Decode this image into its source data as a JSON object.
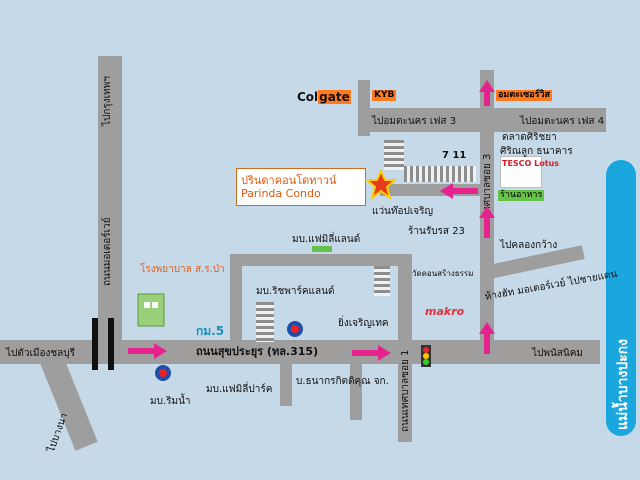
{
  "river": {
    "label": "แม่น้ำบางปะกง"
  },
  "condo": {
    "label_th": "ปรินดาคอนโดทาวน์",
    "label_en": "Parinda Condo"
  },
  "roads": {
    "main": "ถนนสุขประยุร (ทล.315)",
    "to_chonburi": "ไปตัวเมืองชลบุรี",
    "to_phanat": "ไปพนัสนิคม",
    "to_bangkok": "ไปกรุงเทพฯ",
    "motorway": "ถนนมอเตอร์เวย์",
    "to_bangna": "ไปบางนา",
    "soi_1": "ถนนเทศบาลซอย 1",
    "soi_3": "ถนนเทศบาลซอย 3",
    "to_klongkwang": "ไปคลองกว้าง",
    "phase3": "ไปอมตะนคร เฟส 3",
    "phase4": "ไปอมตะนคร เฟส 4"
  },
  "labels": {
    "km5": "กม.5",
    "colgate_col": "Col",
    "colgate_gate": "gate",
    "kyb": "KYB",
    "amata_service": "อมตะเซอร์วิส",
    "seven_eleven": "7 11",
    "tesco": "TESCO Lotus",
    "market": "ตลาดศิริชยา",
    "bank": "ศิริณลูก ธนาคาร",
    "food": "ร้านอาหาร",
    "guesthouse": "แว่นท๊อปเจริญ",
    "shop23": "ร้านรับรส 23",
    "amata_family": "มบ.แฟมิลี่แลนด์",
    "parkland": "มบ.ริชพาร์คแลนด์",
    "yingcharoen": "ยิ่งเจริญเทค",
    "wat": "วัดดอนสร้างธรรม",
    "hospital": "โรงพยาบาล ส.ร.ป่า",
    "thanakrit": "บ.ธนากรกิตติคุณ จก.",
    "familypark": "มบ.แฟมิลี่ปาร์ค",
    "river_village": "มบ.ริมน้ำ",
    "homepro": "ห้างฮัท มอเตอร์เวย์ ไปชายแดน",
    "makro": "makro"
  },
  "colors": {
    "road": "#9e9e9e",
    "bg": "#c6d9e8",
    "arrow": "#e5238f",
    "river": "#1aa7de",
    "condo_accent": "#e05a10"
  }
}
